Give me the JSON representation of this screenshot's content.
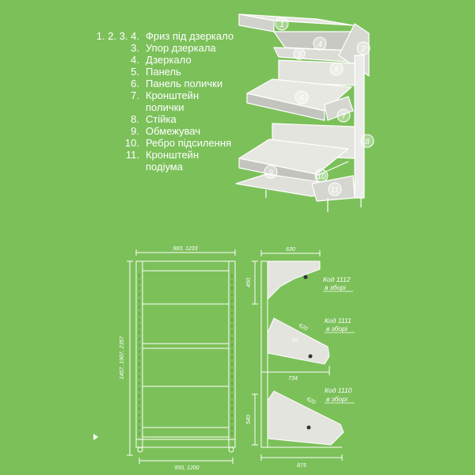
{
  "legend": [
    {
      "num": "1. 2. 3. 4.",
      "text": "Фриз під дзеркало"
    },
    {
      "num": "3.",
      "text": "Упор дзеркала"
    },
    {
      "num": "4.",
      "text": "Дзеркало"
    },
    {
      "num": "5.",
      "text": "Панель"
    },
    {
      "num": "6.",
      "text": "Панель полички"
    },
    {
      "num": "7.",
      "text": "Кронштейн\nполички"
    },
    {
      "num": "8.",
      "text": "Стійка"
    },
    {
      "num": "9.",
      "text": "Обмежувач"
    },
    {
      "num": "10.",
      "text": "Ребро підсилення"
    },
    {
      "num": "11.",
      "text": "Кронштейн\nподіума"
    }
  ],
  "markers": {
    "m1": "1",
    "m2": "2",
    "m3": "3",
    "m4": "4",
    "m5": "5",
    "m6": "6",
    "m7": "7",
    "m8": "8",
    "m9": "9",
    "m10": "10",
    "m11": "11"
  },
  "front_dims": {
    "top_width": "983, 1233",
    "bottom_width": "950, 1200",
    "height": "1457, 1907, 2357"
  },
  "side_dims": {
    "top_depth": "630",
    "upper_height": "450",
    "shelf_length": "620",
    "shelf_small": "10",
    "mid_depth": "734",
    "podium_length": "620",
    "lower_height": "540",
    "bottom_depth": "875"
  },
  "codes": [
    {
      "code": "Код 1112",
      "note": "в зборі"
    },
    {
      "code": "Код 1111",
      "note": "в зборі"
    },
    {
      "code": "Код 1110",
      "note": "в зборі"
    }
  ],
  "colors": {
    "background": "#7cc05a",
    "line": "#ffffff"
  }
}
